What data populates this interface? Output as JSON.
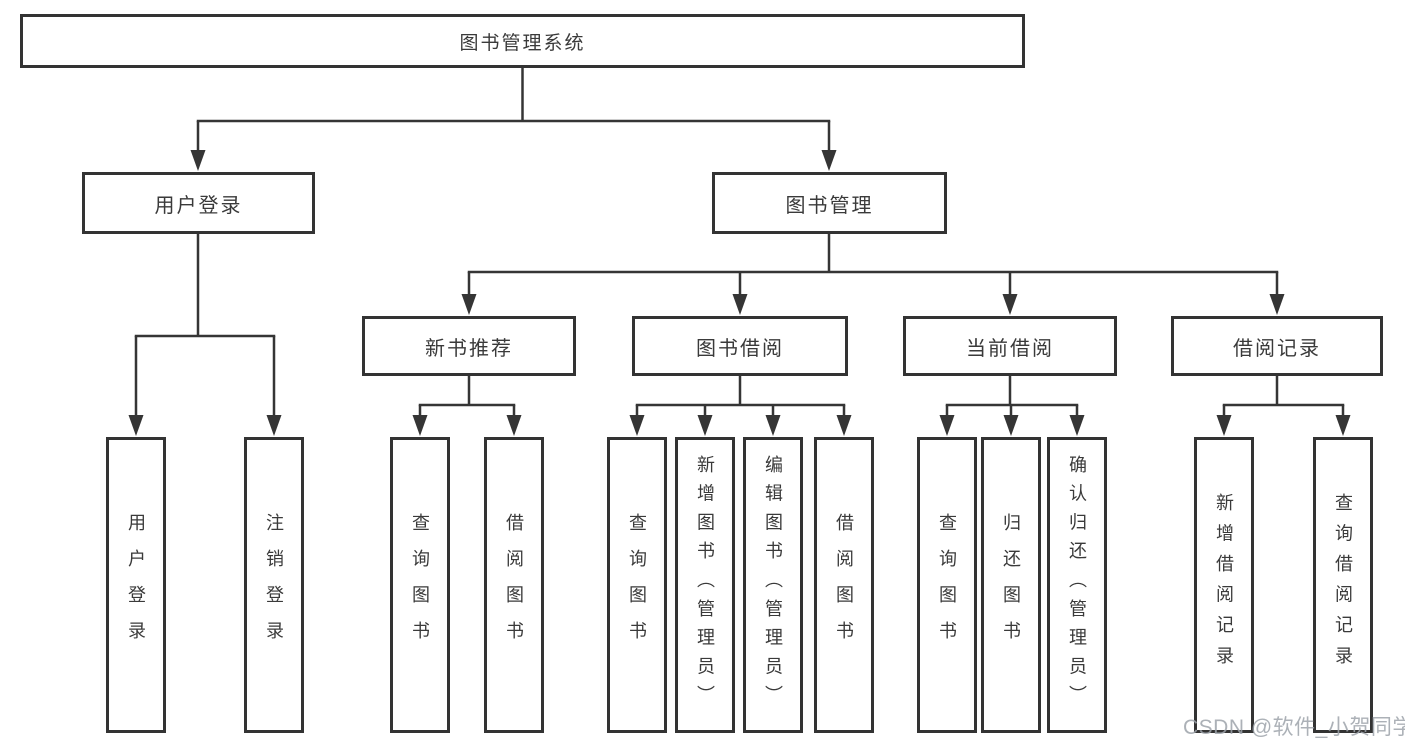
{
  "diagram": {
    "title": "图书管理系统",
    "tree": {
      "label": "图书管理系统",
      "children": [
        {
          "label": "用户登录",
          "children": [
            {
              "label": "用户登录"
            },
            {
              "label": "注销登录"
            }
          ]
        },
        {
          "label": "图书管理",
          "children": [
            {
              "label": "新书推荐",
              "children": [
                {
                  "label": "查询图书"
                },
                {
                  "label": "借阅图书"
                }
              ]
            },
            {
              "label": "图书借阅",
              "children": [
                {
                  "label": "查询图书"
                },
                {
                  "label": "新增图书（管理员）"
                },
                {
                  "label": "编辑图书（管理员）"
                },
                {
                  "label": "借阅图书"
                }
              ]
            },
            {
              "label": "当前借阅",
              "children": [
                {
                  "label": "查询图书"
                },
                {
                  "label": "归还图书"
                },
                {
                  "label": "确认归还（管理员）"
                }
              ]
            },
            {
              "label": "借阅记录",
              "children": [
                {
                  "label": "新增借阅记录"
                },
                {
                  "label": "查询借阅记录"
                }
              ]
            }
          ]
        }
      ]
    }
  },
  "watermark": {
    "text": "CSDN @软件_小贺同学"
  },
  "colors": {
    "line": "#353535",
    "border": "#333333",
    "text": "#3a3a3a",
    "background": "#ffffff",
    "watermark": "#9ea3aa"
  }
}
